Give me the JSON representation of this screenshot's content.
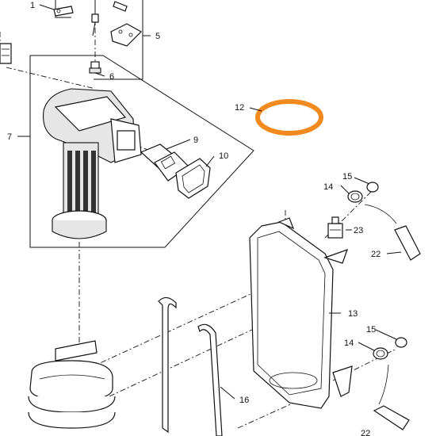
{
  "callouts": {
    "c1": "1",
    "c5": "5",
    "c6": "6",
    "c7": "7",
    "c9": "9",
    "c10": "10",
    "c12": "12",
    "c13": "13",
    "c14a": "14",
    "c15a": "15",
    "c14b": "14",
    "c15b": "15",
    "c16": "16",
    "c22a": "22",
    "c22b": "22",
    "c23": "23"
  },
  "colors": {
    "gasket_highlight": "#f28a1e",
    "line": "#111111",
    "background": "#ffffff"
  }
}
